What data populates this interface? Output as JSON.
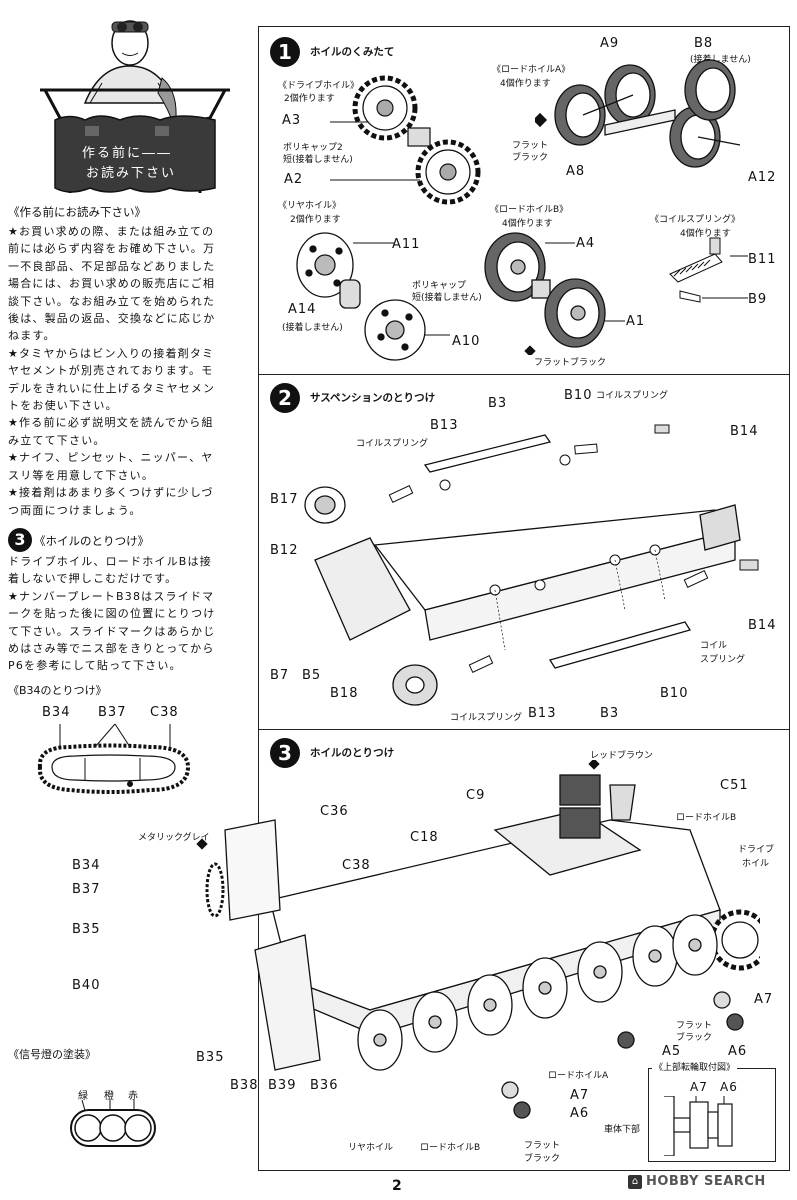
{
  "intro": {
    "sign_line1": "作る前に――",
    "sign_line2": "お読み下さい"
  },
  "notes": {
    "title": "《作る前にお読み下さい》",
    "lines": [
      "★お買い求めの際、または組み立ての",
      "前には必らず内容をお確め下さい。万",
      "一不良部品、不足部品などありました",
      "場合には、お買い求めの販売店にご相",
      "談下さい。なお組み立てを始められた",
      "後は、製品の返品、交換などに応じか",
      "ねます。",
      "★タミヤからはビン入りの接着剤タミ",
      "ヤセメントが別売されております。モ",
      "デルをきれいに仕上げるタミヤセメン",
      "トをお使い下さい。",
      "★作る前に必ず説明文を読んでから組",
      "み立てて下さい。",
      "★ナイフ、ピンセット、ニッパー、ヤ",
      "スリ等を用意して下さい。",
      "★接着剤はあまり多くつけずに少しづ",
      "つ両面につけましょう。"
    ]
  },
  "step3_note": {
    "number": "3",
    "title": "《ホイルのとりつけ》",
    "lines": [
      "ドライブホイル、ロードホイルBは接",
      "着しないで押しこむだけです。",
      "★ナンバープレートB38はスライドマ",
      "ークを貼った後に図の位置にとりつけ",
      "て下さい。スライドマークはあらかじ",
      "めはさみ等でニス部をきりとってから",
      "P6を参考にして貼って下さい。"
    ]
  },
  "b34_detail": {
    "title": "《B34のとりつけ》",
    "labels": [
      "B34",
      "B37",
      "C38"
    ]
  },
  "signal": {
    "title": "《信号燈の塗装》",
    "colors": [
      "緑",
      "橙",
      "赤"
    ]
  },
  "step1": {
    "number": "1",
    "title": "ホイルのくみたて",
    "drive_wheel": "《ドライブホイル》",
    "drive_wheel_qty": "2個作ります",
    "road_wheel_a": "《ロードホイルA》",
    "road_wheel_a_qty": "4個作ります",
    "rear_wheel": "《リヤホイル》",
    "rear_wheel_qty": "2個作ります",
    "road_wheel_b": "《ロードホイルB》",
    "road_wheel_b_qty": "4個作ります",
    "coil_spring": "《コイルスプリング》",
    "coil_spring_qty": "4個作ります",
    "polycap_short_1": "ポリキャップ2",
    "polycap_short_2": "短(接着しません)",
    "polycap_short_b1": "ポリキャップ",
    "polycap_short_b2": "短(接着しません)",
    "no_glue": "(接着しません)",
    "flat_black": "フラット",
    "flat_black2": "ブラック",
    "flat_black_one": "フラットブラック",
    "parts": [
      "A3",
      "A2",
      "A9",
      "B8",
      "A8",
      "A8",
      "A12",
      "A11",
      "A14",
      "A10",
      "A4",
      "A1",
      "B11",
      "B9"
    ]
  },
  "step2": {
    "number": "2",
    "title": "サスペンションのとりつけ",
    "coil_spring": "コイルスプリング",
    "coil": "コイル",
    "spring": "スプリング",
    "parts": [
      "B3",
      "B10",
      "B13",
      "B14",
      "B17",
      "B12",
      "B14",
      "B7",
      "B5",
      "B18",
      "B13",
      "B3",
      "B10"
    ]
  },
  "step3": {
    "number": "3",
    "title": "ホイルのとりつけ",
    "red_brown": "レッドブラウン",
    "metallic_grey": "メタリックグレイ",
    "road_wheel_b": "ロードホイルB",
    "drive": "ドライブ",
    "wheel": "ホイル",
    "road_wheel_a": "ロードホイルA",
    "rear_wheel": "リヤホイル",
    "flat": "フラット",
    "black": "ブラック",
    "parts": [
      "C51",
      "C9",
      "C18",
      "C36",
      "C38",
      "B34",
      "B37",
      "B35",
      "B40",
      "B35",
      "B38",
      "B39",
      "B36",
      "A7",
      "A5",
      "A6",
      "A7",
      "A6"
    ]
  },
  "upper_roller": {
    "title": "《上部転輪取付図》",
    "labels": [
      "A7",
      "A6"
    ],
    "hull": "車体下部"
  },
  "page_number": "2",
  "watermark": "HOBBY SEARCH"
}
